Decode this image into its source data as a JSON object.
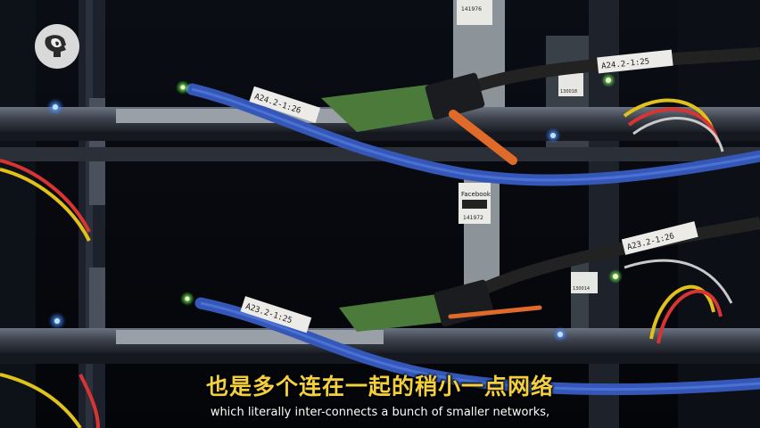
{
  "video": {
    "logo_name": "pbs-head-icon"
  },
  "scene": {
    "cable_labels": [
      "A24.2-1:26",
      "A23.2-1:25",
      "A23.2-1:26",
      "A24.2-1:25"
    ],
    "asset_tags": [
      "Facebook",
      "141976",
      "130018",
      "130014",
      "141972"
    ]
  },
  "subtitles": {
    "zh": "也是多个连在一起的稍小一点网络",
    "en": "which literally inter-connects a bunch of smaller networks,"
  },
  "colors": {
    "subtitle_zh": "#f4d03f",
    "subtitle_en": "#ffffff",
    "cable_blue": "#3b63c9",
    "led_green": "#7dff4a",
    "led_blue": "#3aa0ff"
  }
}
